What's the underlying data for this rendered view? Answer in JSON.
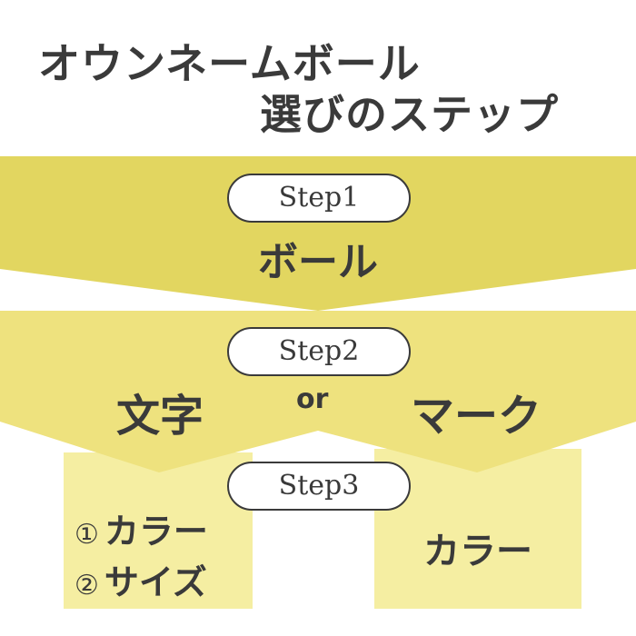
{
  "title": {
    "line1": "オウンネームボール",
    "line2": "選びのステップ"
  },
  "step1": {
    "pill": "Step1",
    "label": "ボール"
  },
  "step2": {
    "pill": "Step2",
    "left_label": "文字",
    "connector": "or",
    "right_label": "マーク"
  },
  "step3": {
    "pill": "Step3",
    "left_items": [
      {
        "number": "①",
        "label": "カラー"
      },
      {
        "number": "②",
        "label": "サイズ"
      }
    ],
    "right_label": "カラー"
  },
  "colors": {
    "band1": "#e2d660",
    "band2": "#eee27e",
    "band3": "#f5eea2",
    "text": "#3a3a3a",
    "pill_bg": "#ffffff"
  }
}
